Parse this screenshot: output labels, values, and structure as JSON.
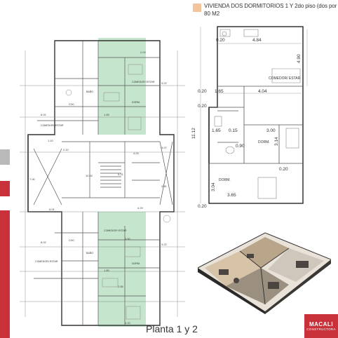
{
  "legend": {
    "swatch_color": "#f4c49c",
    "title": "VIVIENDA DOS DORMITORIOS 1 Y 2do piso (dos por piso)",
    "area": "80 M2"
  },
  "caption": "Planta 1 y 2",
  "logo": {
    "line1": "MACALI",
    "line2": "CONSTRUCTORA",
    "color": "#c8313a"
  },
  "side_tabs": {
    "gray": "#b9b9b9",
    "red": "#c8313a"
  },
  "highlight_color": "#c5e6cc",
  "left_plan": {
    "rooms": [
      "COMEDOR/ ESTAR",
      "COMEDOR/ ESTAR",
      "DORM.",
      "DORM.",
      "COC.",
      "COC.",
      "BAÑO",
      "BAÑO",
      "COMEDOR/ ESTAR",
      "COMEDOR/ ESTAR"
    ],
    "dims": [
      "2.00",
      "3.22",
      "3.22",
      "4.04",
      "2.10",
      "5.01",
      "10.92",
      "1.10",
      "3.07",
      "3.81",
      "8.02",
      "6.02",
      "3.50",
      "1.65",
      "1.80",
      "2.85",
      "4.29",
      "4.20",
      "7.00",
      "0.21"
    ]
  },
  "right_plan": {
    "top_width": "4.84",
    "top_left": "0.20",
    "right_height": "4.90",
    "living": "COMEDOR/ ESTAR",
    "mid_width": "4.04",
    "mid_left": "0.20",
    "d165a": "1.65",
    "d020a": "0.20",
    "total_height": "11.12",
    "d165b": "1.65",
    "d015": "0.15",
    "d300": "3.00",
    "d090": "0.90",
    "dorm1": "DORM.",
    "d314": "3.14",
    "d020b": "0.20",
    "dorm2": "DORM.",
    "d304": "3.04",
    "d365": "3.65",
    "d020c": "0.20"
  }
}
